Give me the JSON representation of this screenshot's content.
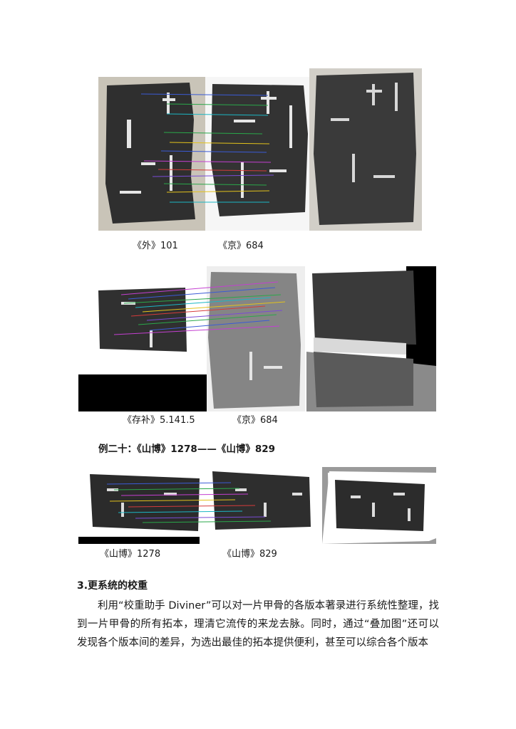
{
  "figures": {
    "fig1": {
      "captions": [
        "《外》101",
        "《京》684"
      ]
    },
    "fig2": {
      "captions": [
        "《存补》5.141.5",
        "《京》684"
      ]
    },
    "fig3": {
      "title": "例二十：《山博》1278——《山博》829",
      "captions": [
        "《山博》1278",
        "《山博》829"
      ]
    }
  },
  "section": {
    "heading": "3.更系统的校重",
    "paragraph": "利用“校重助手 Diviner”可以对一片甲骨的各版本著录进行系统性整理，找到一片甲骨的所有拓本，理清它流传的来龙去脉。同时，通过“叠加图”还可以发现各个版本间的差异，为选出最佳的拓本提供便利，甚至可以综合各个版本"
  },
  "colors": {
    "rubbing_dark": "#2e2e2e",
    "rubbing_bg": "#cbc6bb",
    "glyph": "#e9e9e9",
    "match_lines": [
      "#3b5bd6",
      "#2aa84a",
      "#d63b3b",
      "#c43fd1",
      "#e3c21b",
      "#1bb7c4",
      "#7a4bd6"
    ]
  }
}
